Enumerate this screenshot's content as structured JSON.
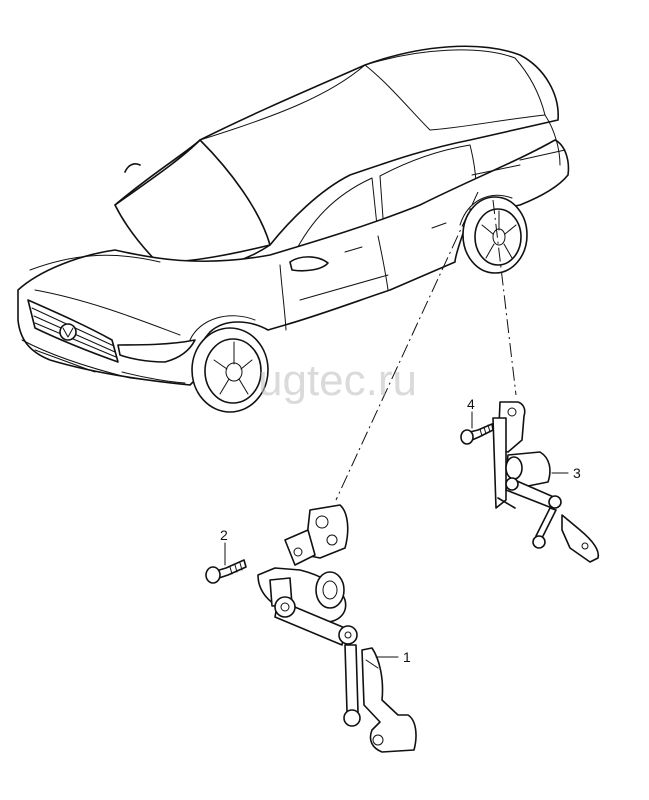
{
  "diagram": {
    "watermark": "ugtec.ru",
    "callouts": [
      {
        "id": "1",
        "label": "1"
      },
      {
        "id": "2",
        "label": "2"
      },
      {
        "id": "3",
        "label": "3"
      },
      {
        "id": "4",
        "label": "4"
      }
    ]
  }
}
